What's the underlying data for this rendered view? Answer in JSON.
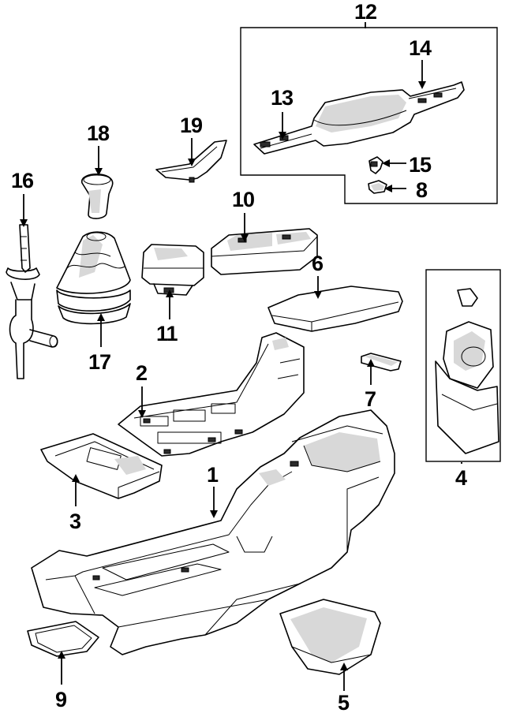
{
  "callouts": {
    "c1": "1",
    "c2": "2",
    "c3": "3",
    "c4": "4",
    "c5": "5",
    "c6": "6",
    "c7": "7",
    "c8": "8",
    "c9": "9",
    "c10": "10",
    "c11": "11",
    "c12": "12",
    "c13": "13",
    "c14": "14",
    "c15": "15",
    "c16": "16",
    "c17": "17",
    "c18": "18",
    "c19": "19"
  },
  "colors": {
    "line": "#000000",
    "background": "#ffffff",
    "shade": "#d8d8d8"
  }
}
